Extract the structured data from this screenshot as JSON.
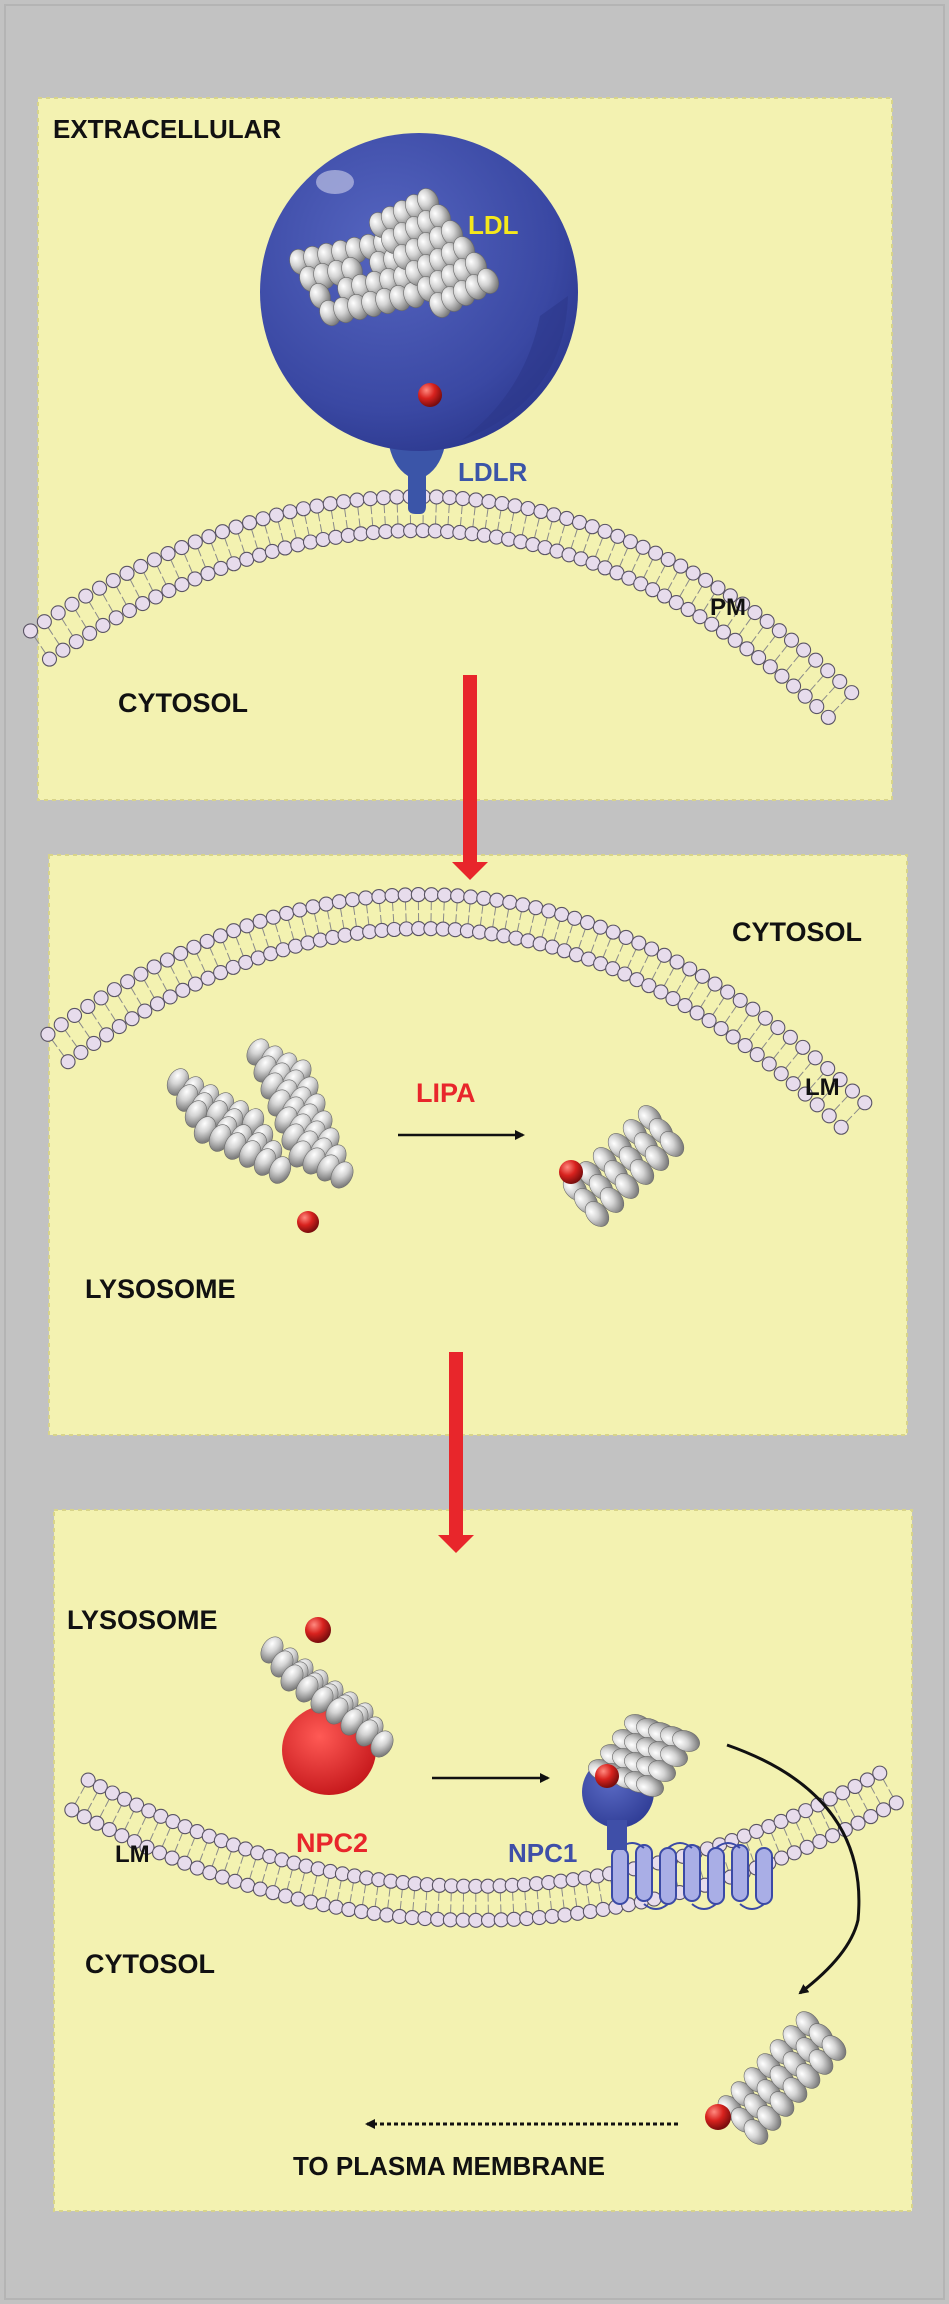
{
  "colors": {
    "background": "#c2c2c2",
    "panel": "#f3f2b1",
    "panel_border": "#d8d48a",
    "ldl_particle": "#3b4aa6",
    "ldl_label": "#f5e81c",
    "ldlr": "#3b55a8",
    "npc1": "#3f4fa8",
    "npc1_tm": "#a9aee6",
    "npc2": "#e8262b",
    "lipa_label": "#e8262b",
    "red_arrow": "#e8262b",
    "lipid_head": "#e7dcec",
    "cholesterol_atom": "#c9c9c9",
    "hydroxyl_atom": "#d01f1f"
  },
  "panels": [
    {
      "id": "plasma-membrane",
      "labels": {
        "extracellular": "EXTRACELLULAR",
        "ldl": "LDL",
        "ldlr": "LDLR",
        "pm": "PM",
        "cytosol": "CYTOSOL"
      }
    },
    {
      "id": "lysosome-hydrolysis",
      "labels": {
        "cytosol": "CYTOSOL",
        "lm": "LM",
        "lipa": "LIPA",
        "lysosome": "LYSOSOME"
      }
    },
    {
      "id": "lysosome-export",
      "labels": {
        "lysosome": "LYSOSOME",
        "npc2": "NPC2",
        "npc1": "NPC1",
        "lm": "LM",
        "cytosol": "CYTOSOL",
        "to_pm": "TO PLASMA MEMBRANE"
      }
    }
  ],
  "icons": [
    "cholesterol-molecule-icon",
    "cholesteryl-ester-icon",
    "ldl-particle-icon",
    "ldl-receptor-icon",
    "npc2-protein-icon",
    "npc1-protein-icon",
    "lipid-bilayer-icon"
  ]
}
